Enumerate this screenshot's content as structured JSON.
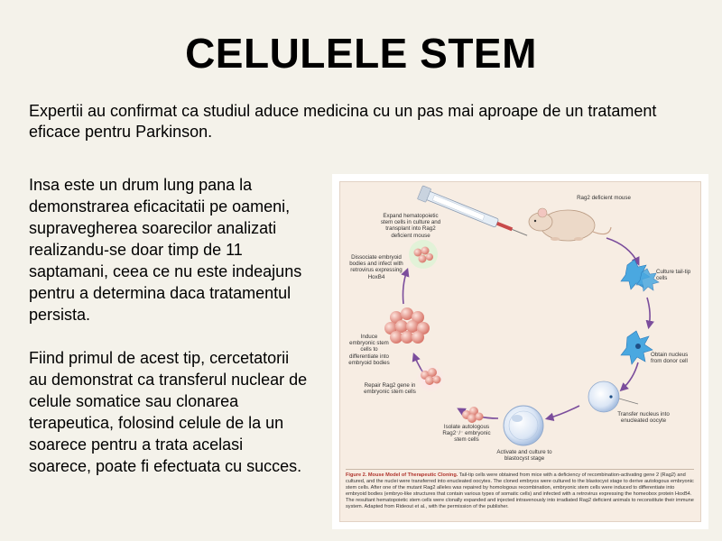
{
  "slide": {
    "title": "CELULELE STEM",
    "intro": "Expertii au confirmat ca studiul aduce medicina cu un pas mai aproape de un tratament eficace pentru Parkinson.",
    "paragraphs": [
      "Insa este un drum lung pana la demonstrarea eficacitatii pe oameni, supravegherea soarecilor analizati realizandu-se doar timp de 11 saptamani, ceea ce nu este indeajuns pentru a determina daca tratamentul persista.",
      "Fiind primul de acest tip, cercetatorii au demonstrat ca transferul nuclear de celule somatice sau clonarea terapeutica, folosind celule de la un soarece pentru a trata acelasi soarece, poate fi efectuata cu succes."
    ]
  },
  "figure": {
    "labels": {
      "mouse": "Rag2 deficient mouse",
      "culture": "Culture tail-tip cells",
      "obtain": "Obtain nucleus from donor cell",
      "transfer": "Transfer nucleus into enucleated oocyte",
      "activate": "Activate and culture to blastocyst stage",
      "isolate": "Isolate autologous Rag2⁻/⁻ embryonic stem cells",
      "repair": "Repair Rag2 gene in embryonic stem cells",
      "induce": "Induce embryonic stem cells to differentiate into embryoid bodies",
      "dissociate": "Dissociate embryoid bodies and infect with retrovirus expressing HoxB4",
      "expand": "Expand hematopoietic stem cells in culture and transplant into Rag2 deficient mouse"
    },
    "caption_title": "Figure 2. Mouse Model of Therapeutic Cloning.",
    "caption_text": "Tail-tip cells were obtained from mice with a deficiency of recombination-activating gene 2 (Rag2) and cultured, and the nuclei were transferred into enucleated oocytes. The cloned embryos were cultured to the blastocyst stage to derive autologous embryonic stem cells. After one of the mutant Rag2 alleles was repaired by homologous recombination, embryonic stem cells were induced to differentiate into embryoid bodies (embryo-like structures that contain various types of somatic cells) and infected with a retrovirus expressing the homeobox protein HoxB4. The resultant hematopoietic stem cells were clonally expanded and injected intravenously into irradiated Rag2 deficient animals to reconstitute their immune system. Adapted from Rideout et al., with the permission of the publisher.",
    "colors": {
      "arrow": "#7b4d9c",
      "caption_title": "#b0342c",
      "panel": "#f7ede3"
    }
  }
}
